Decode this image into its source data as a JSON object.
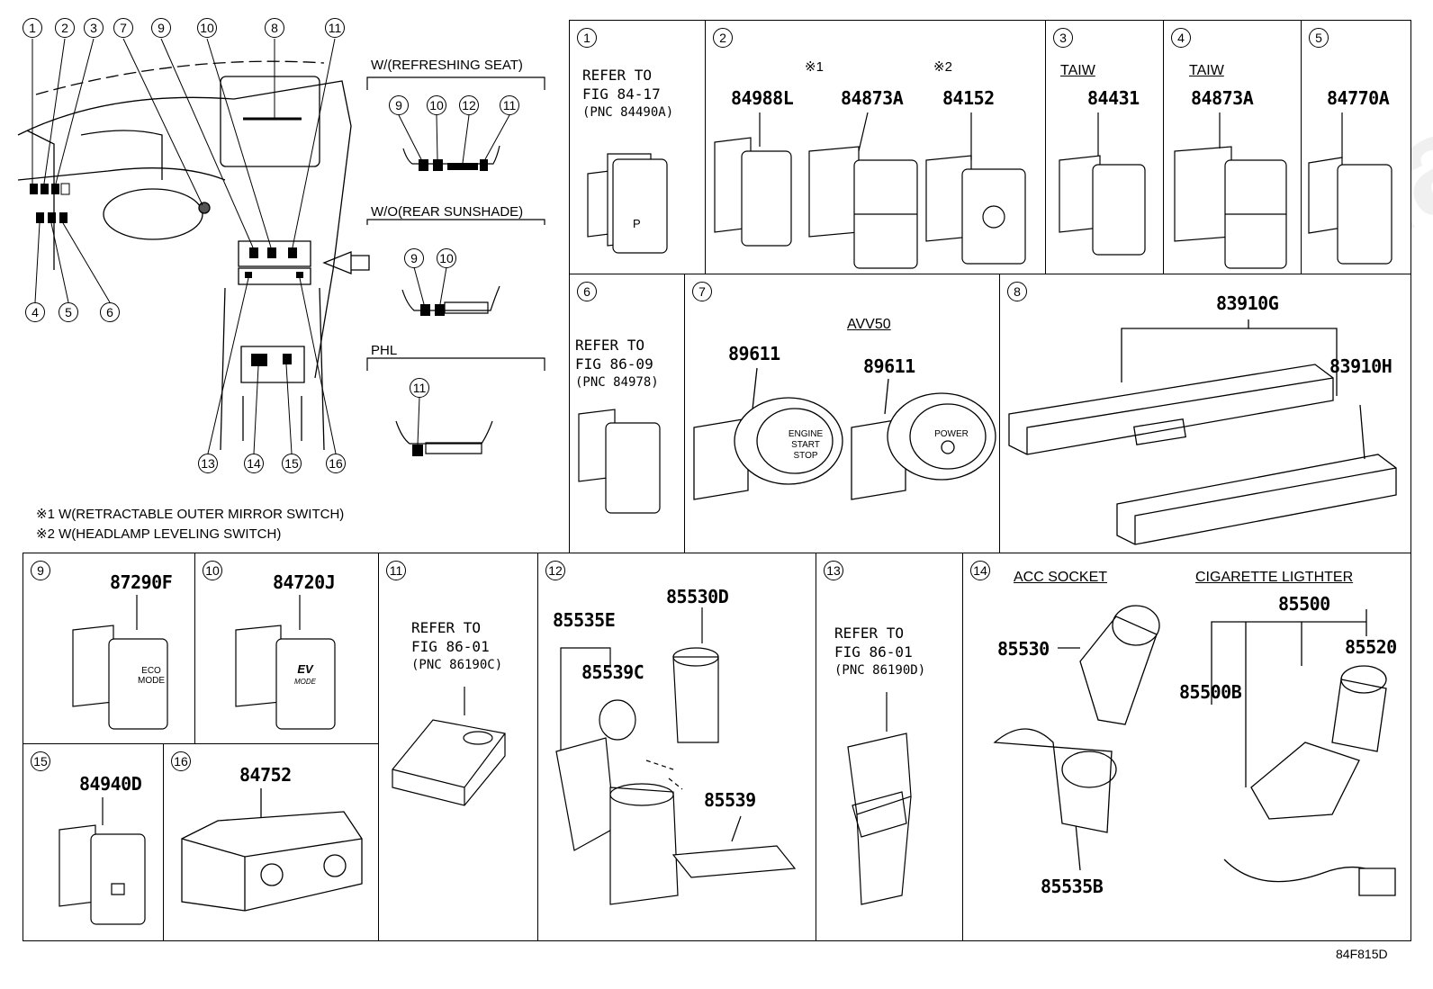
{
  "watermark": "ToyotaCatalogManual",
  "diagram_id": "84F815D",
  "notes": {
    "note1": "※1 W(RETRACTABLE OUTER MIRROR SWITCH)",
    "note2": "※2 W(HEADLAMP LEVELING SWITCH)"
  },
  "overview": {
    "callouts": [
      "1",
      "2",
      "3",
      "7",
      "9",
      "10",
      "8",
      "11",
      "4",
      "5",
      "6",
      "13",
      "14",
      "15",
      "16"
    ],
    "variants": [
      {
        "label": "W/(REFRESHING SEAT)",
        "callouts": [
          "9",
          "10",
          "12",
          "11"
        ]
      },
      {
        "label": "W/O(REAR SUNSHADE)",
        "callouts": [
          "9",
          "10"
        ]
      },
      {
        "label": "PHL",
        "callouts": [
          "11"
        ]
      }
    ]
  },
  "panels": {
    "p1": {
      "num": "1",
      "ref": [
        "REFER TO",
        "FIG 84-17",
        "(PNC 84490A)"
      ]
    },
    "p2": {
      "num": "2",
      "marks": [
        "※1",
        "※2"
      ],
      "parts": [
        "84988L",
        "84873A",
        "84152"
      ]
    },
    "p3": {
      "num": "3",
      "tag": "TAIW",
      "part": "84431"
    },
    "p4": {
      "num": "4",
      "tag": "TAIW",
      "part": "84873A"
    },
    "p5": {
      "num": "5",
      "part": "84770A"
    },
    "p6": {
      "num": "6",
      "ref": [
        "REFER TO",
        "FIG 86-09",
        "(PNC 84978)"
      ]
    },
    "p7": {
      "num": "7",
      "tag": "AVV50",
      "parts": [
        "89611",
        "89611"
      ],
      "btn1": [
        "ENGINE",
        "START",
        "STOP"
      ],
      "btn2": "POWER"
    },
    "p8": {
      "num": "8",
      "parts": [
        "83910G",
        "83910H"
      ]
    },
    "p9": {
      "num": "9",
      "part": "87290F",
      "btn": [
        "ECO",
        "MODE"
      ]
    },
    "p10": {
      "num": "10",
      "part": "84720J",
      "btn": [
        "EV",
        "MODE"
      ]
    },
    "p11": {
      "num": "11",
      "ref": [
        "REFER TO",
        "FIG 86-01",
        "(PNC 86190C)"
      ]
    },
    "p12": {
      "num": "12",
      "parts": [
        "85535E",
        "85539C",
        "85530D",
        "85539"
      ]
    },
    "p13": {
      "num": "13",
      "ref": [
        "REFER TO",
        "FIG 86-01",
        "(PNC 86190D)"
      ]
    },
    "p14": {
      "num": "14",
      "acc": "ACC SOCKET",
      "cig": "CIGARETTE LIGTHTER",
      "parts": [
        "85530",
        "85535B",
        "85500",
        "85520",
        "85500B"
      ]
    },
    "p15": {
      "num": "15",
      "part": "84940D"
    },
    "p16": {
      "num": "16",
      "part": "84752"
    }
  }
}
